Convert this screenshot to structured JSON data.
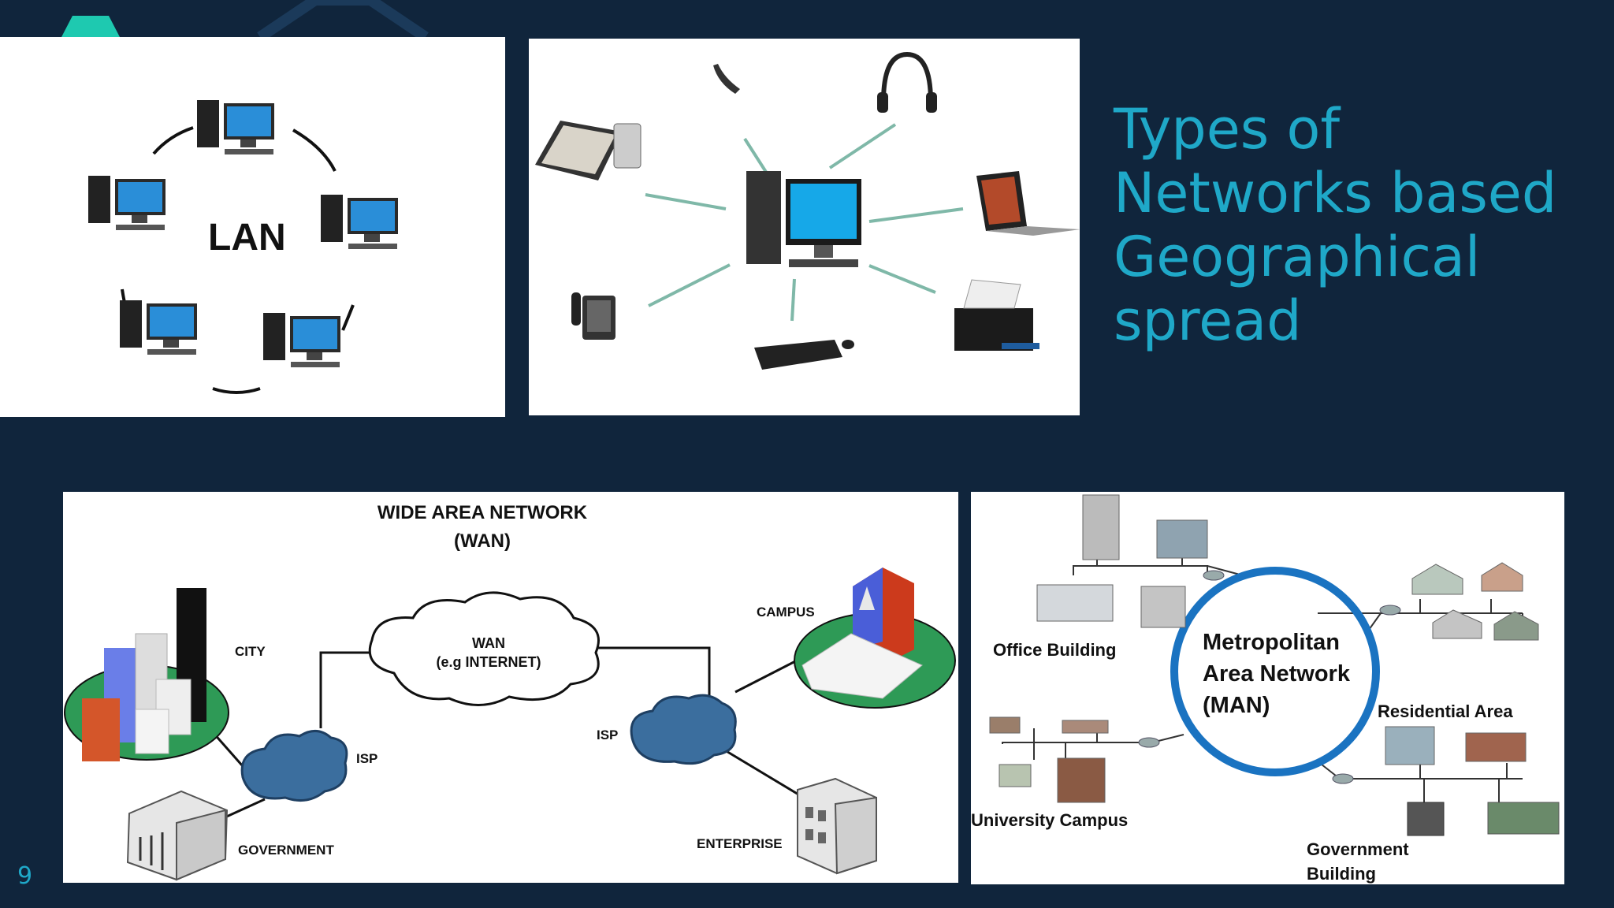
{
  "slide": {
    "title_lines": [
      "Types of",
      "Networks based",
      "Geographical",
      "spread"
    ],
    "page_number": "9"
  },
  "lan": {
    "label": "LAN"
  },
  "wan": {
    "title_line1": "WIDE AREA NETWORK",
    "title_line2": "(WAN)",
    "cloud_line1": "WAN",
    "cloud_line2": "(e.g INTERNET)",
    "city": "CITY",
    "isp_left": "ISP",
    "isp_right": "ISP",
    "campus": "CAMPUS",
    "government": "GOVERNMENT",
    "enterprise": "ENTERPRISE"
  },
  "man": {
    "ring_line1": "Metropolitan",
    "ring_line2": "Area Network",
    "ring_line3": "(MAN)",
    "office": "Office Building",
    "residential": "Residential Area",
    "university": "University Campus",
    "gov_line1": "Government",
    "gov_line2": "Building"
  },
  "colors": {
    "background": "#10253c",
    "accent": "#1fa8c8",
    "man_ring": "#1a73c1",
    "link_green": "#7fb8a8"
  }
}
